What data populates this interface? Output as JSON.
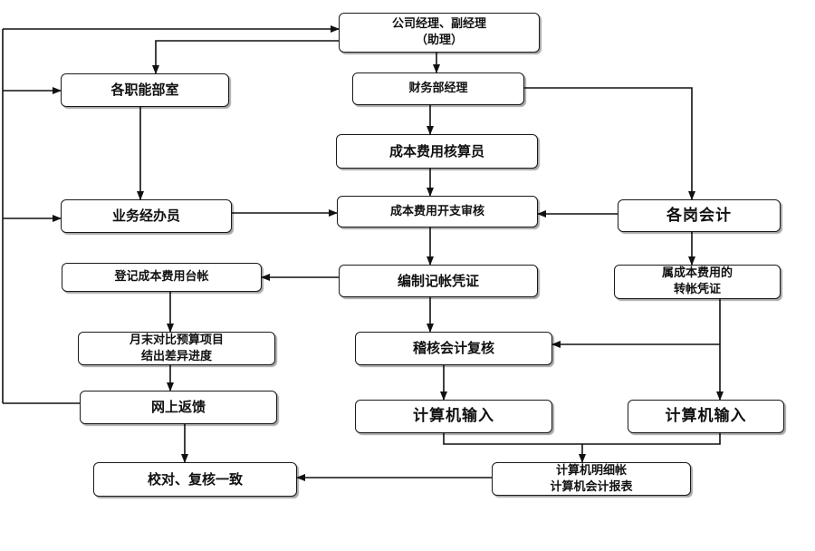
{
  "nodes": {
    "mgr": "公司经理、副经理\n（助理）",
    "dept": "各职能部室",
    "fin": "财务部经理",
    "cost_acc": "成本费用核算员",
    "biz": "业务经办员",
    "review": "成本费用开支审核",
    "posts": "各岗会计",
    "ledger": "登记成本费用台帐",
    "voucher": "编制记帐凭证",
    "transfer": "属成本费用的\n转帐凭证",
    "month": "月末对比预算项目\n结出差异进度",
    "audit": "稽核会计复核",
    "online": "网上返馈",
    "input1": "计算机输入",
    "input2": "计算机输入",
    "check": "校对、复核一致",
    "report": "计算机明细帐\n计算机会计报表"
  }
}
